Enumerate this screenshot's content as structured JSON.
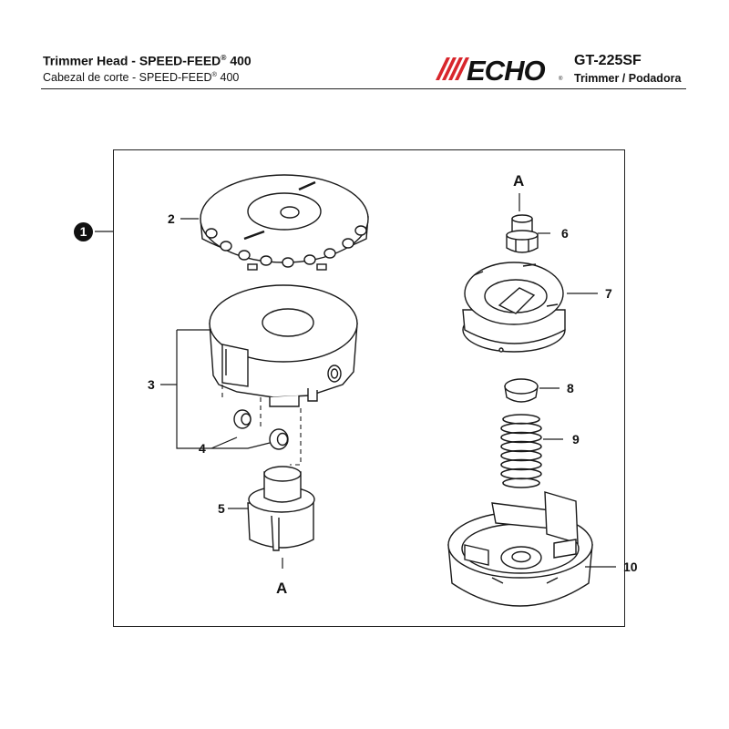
{
  "header": {
    "title": "Trimmer Head - SPEED-FEED",
    "title_model": "400",
    "subtitle": "Cabezal de corte - SPEED-FEED",
    "subtitle_model": "400",
    "registered_mark": "®",
    "brand": "ECHO",
    "model": "GT-225SF",
    "product_type": "Trimmer / Podadora"
  },
  "diagram": {
    "kit_callout": "1",
    "reference_mark": "A",
    "parts": [
      {
        "number": "2"
      },
      {
        "number": "3"
      },
      {
        "number": "4"
      },
      {
        "number": "5"
      },
      {
        "number": "6"
      },
      {
        "number": "7"
      },
      {
        "number": "8"
      },
      {
        "number": "9"
      },
      {
        "number": "10"
      }
    ]
  },
  "colors": {
    "brand_red": "#d8262c",
    "line": "#1a1a1a",
    "part_fill": "#ffffff"
  }
}
